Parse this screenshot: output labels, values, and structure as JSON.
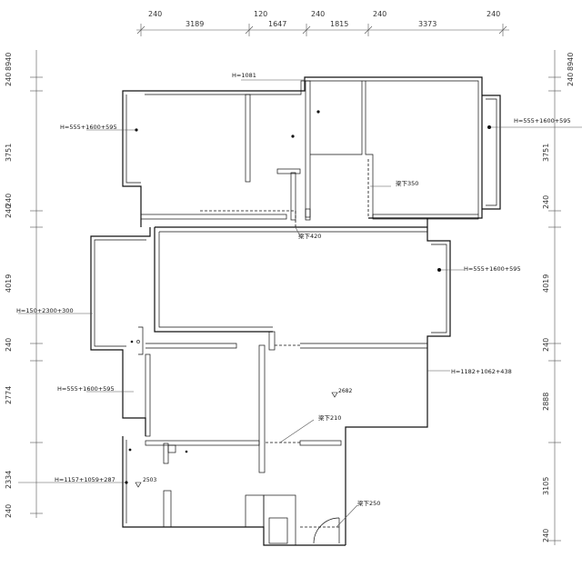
{
  "top_dims": [
    "240",
    "3189",
    "120",
    "1647",
    "240",
    "1815",
    "240",
    "3373",
    "240"
  ],
  "left_dims": [
    "240",
    "8940",
    "240",
    "3751",
    "240",
    "4019",
    "240",
    "2774",
    "2334",
    "240"
  ],
  "right_dims": [
    "240",
    "8940",
    "3751",
    "240",
    "4019",
    "240",
    "2888",
    "3105",
    "240"
  ],
  "annotations": {
    "h1081": "H=1081",
    "window_left_top": "H=555+1600+595",
    "window_right_top": "H=555+1600+595",
    "beam_350": "梁下350",
    "beam_420": "梁下420",
    "window_right_mid": "H=555+1600+595",
    "window_left_mid": "H=150+2300+300",
    "window_left_lower": "H=555+1600+595",
    "window_right_lower": "H=1182+1062+438",
    "level_2682": "2682",
    "beam_210": "梁下210",
    "window_left_bottom": "H=1157+1059+287",
    "level_2503": "2503",
    "beam_250": "梁下250"
  }
}
